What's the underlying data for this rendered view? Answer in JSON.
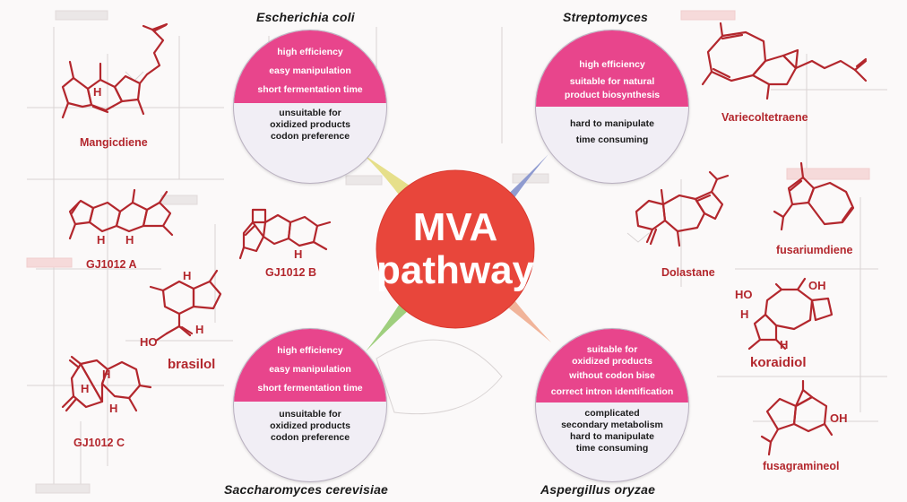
{
  "center": {
    "line1": "MVA",
    "line2": "pathway"
  },
  "colors": {
    "center_red": "#e8463b",
    "pink": "#e8458c",
    "molecule_red": "#b3272d",
    "wedge_yellow": "#e6df8a",
    "wedge_blue": "#8f9bd0",
    "wedge_green": "#9fcf7e",
    "wedge_peach": "#f1b49a"
  },
  "hosts": [
    {
      "name": "Escherichia coli",
      "pros": [
        "high efficiency",
        "easy manipulation",
        "short fermentation time"
      ],
      "cons": [
        "unsuitable for",
        "oxidized products",
        "codon preference"
      ]
    },
    {
      "name": "Streptomyces",
      "pros": [
        "high efficiency",
        "suitable for natural",
        "product biosynthesis"
      ],
      "cons": [
        "hard to manipulate",
        "time consuming"
      ]
    },
    {
      "name": "Saccharomyces cerevisiae",
      "pros": [
        "high efficiency",
        "easy manipulation",
        "short fermentation time"
      ],
      "cons": [
        "unsuitable for",
        "oxidized products",
        "codon preference"
      ]
    },
    {
      "name": "Aspergillus oryzae",
      "pros": [
        "suitable for",
        "oxidized products",
        "without codon bise",
        "correct intron identification"
      ],
      "cons": [
        "complicated",
        "secondary metabolism",
        "hard to manipulate",
        "time consuming"
      ]
    }
  ],
  "molecules": [
    {
      "id": "mangicdiene",
      "name": "Mangicdiene",
      "atoms": [
        "H"
      ]
    },
    {
      "id": "gj1012a",
      "name": "GJ1012 A",
      "atoms": [
        "H",
        "H"
      ]
    },
    {
      "id": "gj1012b",
      "name": "GJ1012 B",
      "atoms": [
        "H"
      ]
    },
    {
      "id": "brasilol",
      "name": "brasilol",
      "atoms": [
        "H",
        "HO",
        "H"
      ]
    },
    {
      "id": "gj1012c",
      "name": "GJ1012 C",
      "atoms": [
        "H",
        "H",
        "H"
      ]
    },
    {
      "id": "variecoltetraene",
      "name": "Variecoltetraene",
      "atoms": []
    },
    {
      "id": "dolastane",
      "name": "Dolastane",
      "atoms": []
    },
    {
      "id": "fusariumdiene",
      "name": "fusariumdiene",
      "atoms": []
    },
    {
      "id": "koraidiol",
      "name": "koraidiol",
      "atoms": [
        "HO",
        "OH",
        "H",
        "H"
      ]
    },
    {
      "id": "fusagramineol",
      "name": "fusagramineol",
      "atoms": [
        "OH"
      ]
    }
  ]
}
